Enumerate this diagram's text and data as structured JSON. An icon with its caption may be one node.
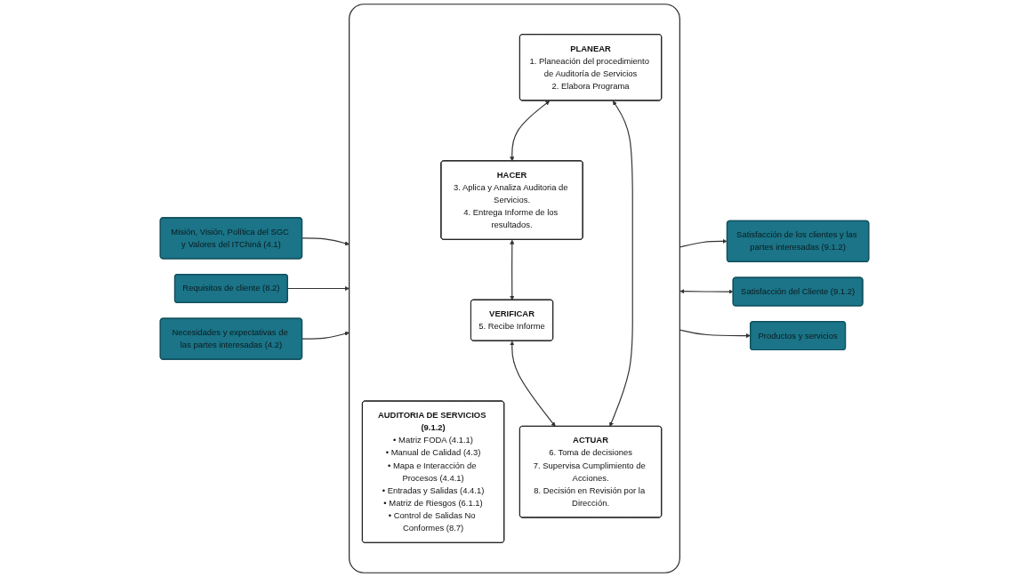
{
  "diagram": {
    "nodes": [
      {
        "text": [
          "Misión, Visión, Política del SGC y Valores del ITChiná (4.1)"
        ]
      },
      {
        "text": [
          "Requisitos de cliente (8.2)"
        ]
      },
      {
        "text": [
          "Necesidades y expectativas de las partes interesadas (4.2)"
        ]
      },
      {
        "text": [],
        "shape": "box"
      },
      {
        "text": [
          "AUDITORIA DE SERVICIOS (9.1.2)",
          "• Matriz FODA (4.1.1)",
          "• Manual de Calidad (4.3)",
          "• Mapa e Interacción de Procesos (4.4.1)",
          "• Entradas y Salidas (4.4.1)",
          "• Matriz de Riesgos (6.1.1)",
          "• Control de Salidas No Conformes (8.7)"
        ],
        "in": 3
      },
      {
        "text": [
          "PLANEAR",
          "1. Planeación del procedimiento de Auditoría de Servicios",
          "2. Elabora Programa"
        ],
        "in": 3
      },
      {
        "text": [
          "HACER",
          "3. Aplica y Analiza Auditoria de Servicios.",
          "4. Entrega Informe de los resultados."
        ],
        "in": 3
      },
      {
        "text": [
          "ACTUAR",
          "6. Toma de decisiones",
          "7. Supervisa Cumplimiento de Acciones.",
          "8. Decisión en Revisión por la Dirección."
        ],
        "in": 3
      },
      {
        "text": [
          "VERIFICAR",
          "5. Recibe Informe"
        ],
        "in": 3
      },
      {
        "text": [
          "Satisfacción de los clientes y las partes interesadas (9.1.2)"
        ]
      },
      {
        "text": [
          "Satisfacción del Cliente (9.1.2)"
        ]
      },
      {
        "text": [
          "Productos y servicios"
        ]
      }
    ],
    "edges": [
      {
        "from": 0,
        "to": 3,
        "arrow": "to"
      },
      {
        "from": 1,
        "to": 3,
        "arrow": "to"
      },
      {
        "from": 2,
        "to": 3,
        "arrow": "to"
      },
      {
        "from": 5,
        "to": 6,
        "arrow": "both"
      },
      {
        "from": 6,
        "to": 8,
        "arrow": "both"
      },
      {
        "from": 8,
        "to": 7,
        "arrow": "both"
      },
      {
        "from": 5,
        "to": 7,
        "arrow": "both"
      },
      {
        "from": 3,
        "to": 9,
        "arrow": "to"
      },
      {
        "from": 3,
        "to": 10,
        "arrow": "both"
      },
      {
        "from": 3,
        "to": 11,
        "arrow": "to"
      }
    ]
  }
}
